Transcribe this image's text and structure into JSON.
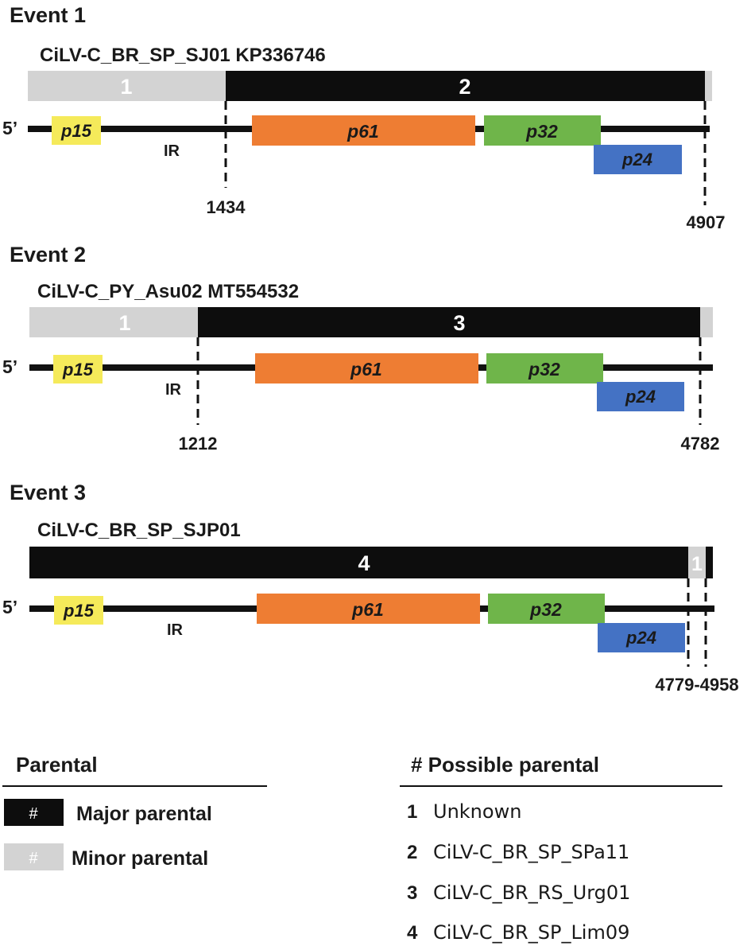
{
  "events": [
    {
      "title": "Event 1",
      "isolate": "CiLV-C_BR_SP_SJ01  KP336746",
      "seg_minor_label": "1",
      "seg_major_label": "2",
      "five_prime": "5’",
      "ir_label": "IR",
      "genes": {
        "p15": "p15",
        "p61": "p61",
        "p32": "p32",
        "p24": "p24"
      },
      "breakpoints": [
        "1434",
        "4907"
      ]
    },
    {
      "title": "Event 2",
      "isolate": "CiLV-C_PY_Asu02 MT554532",
      "seg_minor_label": "1",
      "seg_major_label": "3",
      "five_prime": "5’",
      "ir_label": "IR",
      "genes": {
        "p15": "p15",
        "p61": "p61",
        "p32": "p32",
        "p24": "p24"
      },
      "breakpoints": [
        "1212",
        "4782"
      ]
    },
    {
      "title": "Event 3",
      "isolate": "CiLV-C_BR_SP_SJP01",
      "seg_major_label": "4",
      "seg_minor_label": "1",
      "five_prime": "5’",
      "ir_label": "IR",
      "genes": {
        "p15": "p15",
        "p61": "p61",
        "p32": "p32",
        "p24": "p24"
      },
      "breakpoints": [
        "4779-4958"
      ]
    }
  ],
  "legend": {
    "parental_header": "Parental",
    "swatch_symbol": "#",
    "major_label": "Major parental",
    "minor_label": "Minor parental",
    "possible_header": "# Possible parental",
    "items": [
      {
        "num": "1",
        "name": "Unknown"
      },
      {
        "num": "2",
        "name": "CiLV-C_BR_SP_SPa11"
      },
      {
        "num": "3",
        "name": "CiLV-C_BR_RS_Urg01"
      },
      {
        "num": "4",
        "name": "CiLV-C_BR_SP_Lim09"
      }
    ]
  },
  "colors": {
    "major": "#0d0d0d",
    "minor": "#d3d3d3",
    "p15": "#f5ea5a",
    "p61": "#ee7d33",
    "p32": "#6fb54a",
    "p24": "#4472c4",
    "genome_line": "#111111"
  }
}
